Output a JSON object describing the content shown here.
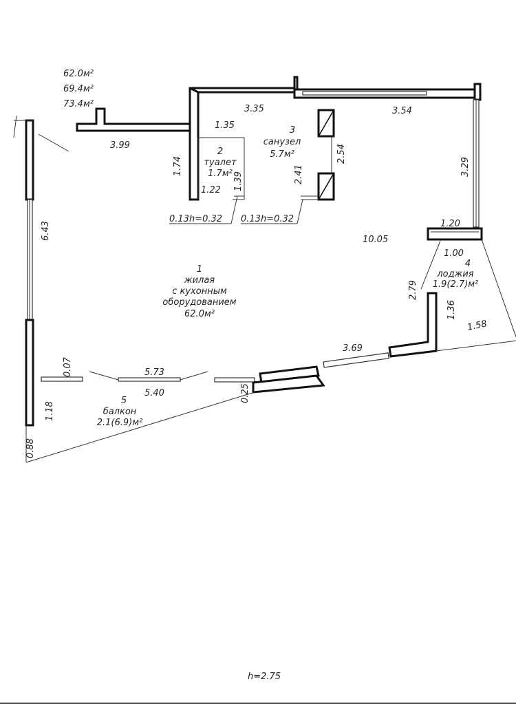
{
  "areas": {
    "a1": "62.0м²",
    "a2": "69.4м²",
    "a3": "73.4м²"
  },
  "rooms": [
    {
      "num": "1",
      "lines": [
        "жилая",
        "с кухонным",
        "оборудованием",
        "62.0м²"
      ]
    },
    {
      "num": "2",
      "lines": [
        "туалет",
        "1.7м²"
      ]
    },
    {
      "num": "3",
      "lines": [
        "санузел",
        "5.7м²"
      ]
    },
    {
      "num": "4",
      "lines": [
        "лоджия",
        "1.9(2.7)м²"
      ]
    },
    {
      "num": "5",
      "lines": [
        "балкон",
        "2.1(6.9)м²"
      ]
    }
  ],
  "dimensions": {
    "d335": "3.35",
    "d354": "3.54",
    "d399": "3.99",
    "d135": "1.35",
    "d174": "1.74",
    "d122": "1.22",
    "d139": "1.39",
    "d241": "2.41",
    "d254": "2.54",
    "d329": "3.29",
    "d643": "6.43",
    "d120": "1.20",
    "d1005": "10.05",
    "d100": "1.00",
    "d279": "2.79",
    "d136": "1.36",
    "d158": "1.58",
    "d369": "3.69",
    "d573": "5.73",
    "d540": "5.40",
    "d007": "0.07",
    "d025": "0.25",
    "d118": "1.18",
    "d088": "0.88",
    "hole1": "0.13h=0.32",
    "hole2": "0.13h=0.32"
  },
  "ceiling": "h=2.75"
}
